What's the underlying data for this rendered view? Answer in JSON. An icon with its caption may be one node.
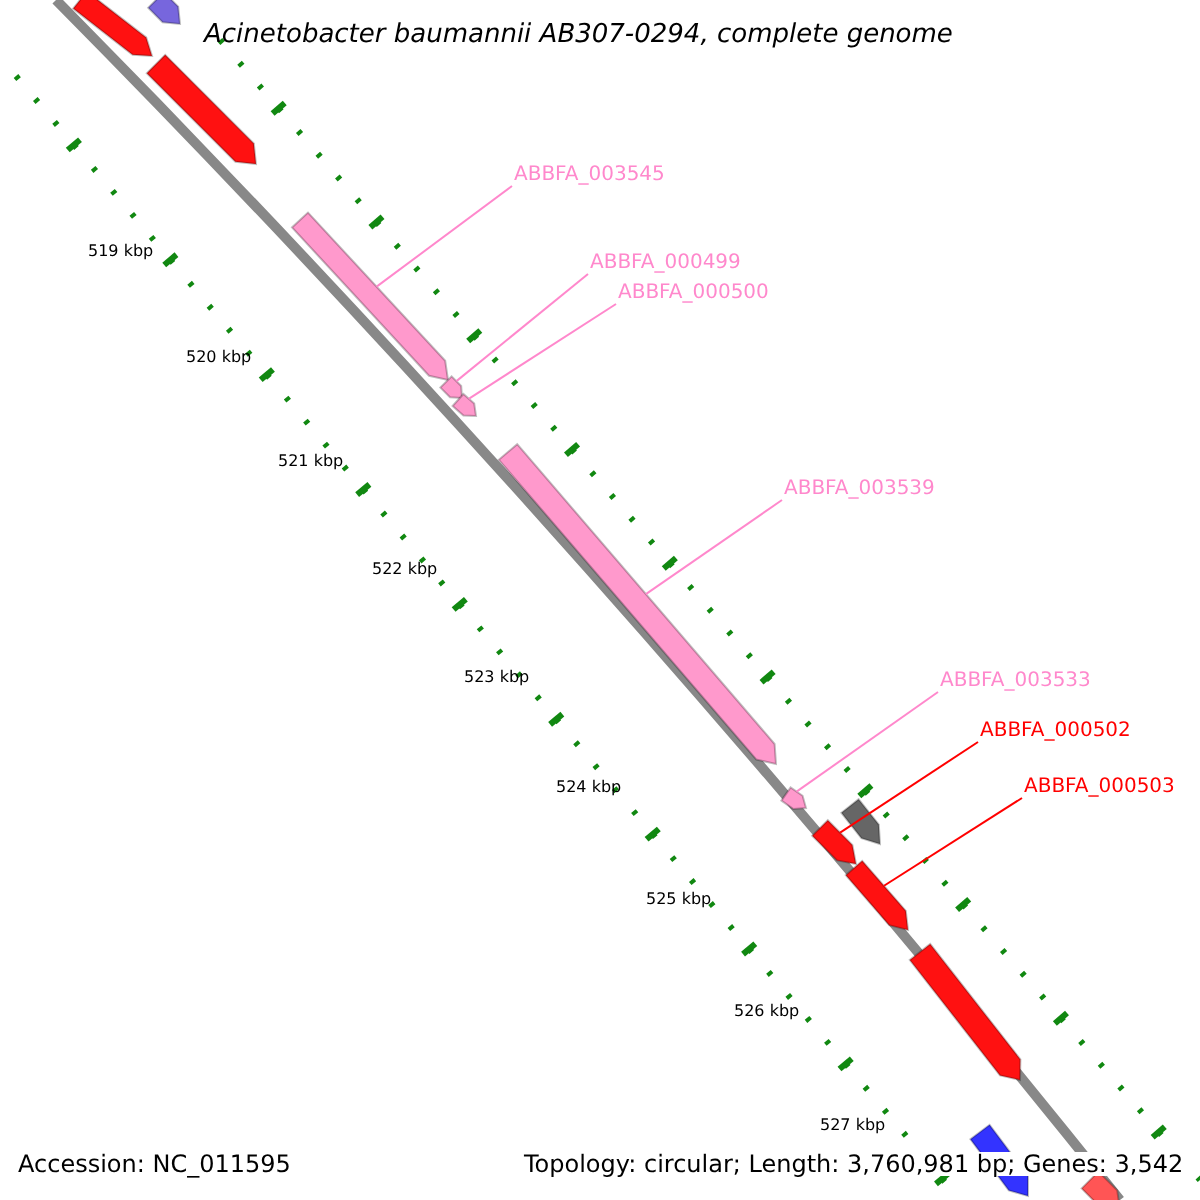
{
  "diagram": {
    "title": "Acinetobacter baumannii AB307-0294, complete genome",
    "nodes": [
      {
        "text": [
          "ABBFA_003545"
        ]
      },
      {
        "text": [
          "ABBFA_000499"
        ]
      },
      {
        "text": [
          "ABBFA_000500"
        ]
      },
      {
        "text": [
          "ABBFA_003539"
        ]
      },
      {
        "text": [
          "ABBFA_003533"
        ]
      },
      {
        "text": [
          "ABBFA_000502"
        ]
      },
      {
        "text": [
          "ABBFA_000503"
        ]
      },
      {
        "text": [],
        "shape": "bar"
      },
      {
        "text": [],
        "shape": "bar"
      },
      {
        "text": [],
        "shape": "bar"
      },
      {
        "text": [],
        "shape": "bar"
      },
      {
        "text": [],
        "shape": "bar"
      },
      {
        "text": [],
        "shape": "bar"
      },
      {
        "text": [],
        "shape": "bar"
      }
    ],
    "edges": [
      {
        "from": 0,
        "to": 7,
        "arrow": "none"
      },
      {
        "from": 1,
        "to": 8,
        "arrow": "none"
      },
      {
        "from": 2,
        "to": 9,
        "arrow": "none"
      },
      {
        "from": 3,
        "to": 10,
        "arrow": "none"
      },
      {
        "from": 4,
        "to": 11,
        "arrow": "none"
      },
      {
        "from": 5,
        "to": 12,
        "arrow": "none",
        "color": "#ff0000"
      },
      {
        "from": 6,
        "to": 13,
        "arrow": "none",
        "color": "#ff0000"
      }
    ],
    "labels": [
      "519 kbp",
      "520 kbp",
      "521 kbp",
      "522 kbp",
      "523 kbp",
      "524 kbp",
      "525 kbp",
      "526 kbp",
      "527 kbp",
      "Accession: NC_011595",
      "Topology: circular; Length: 3,760,981 bp; Genes: 3,542"
    ]
  }
}
